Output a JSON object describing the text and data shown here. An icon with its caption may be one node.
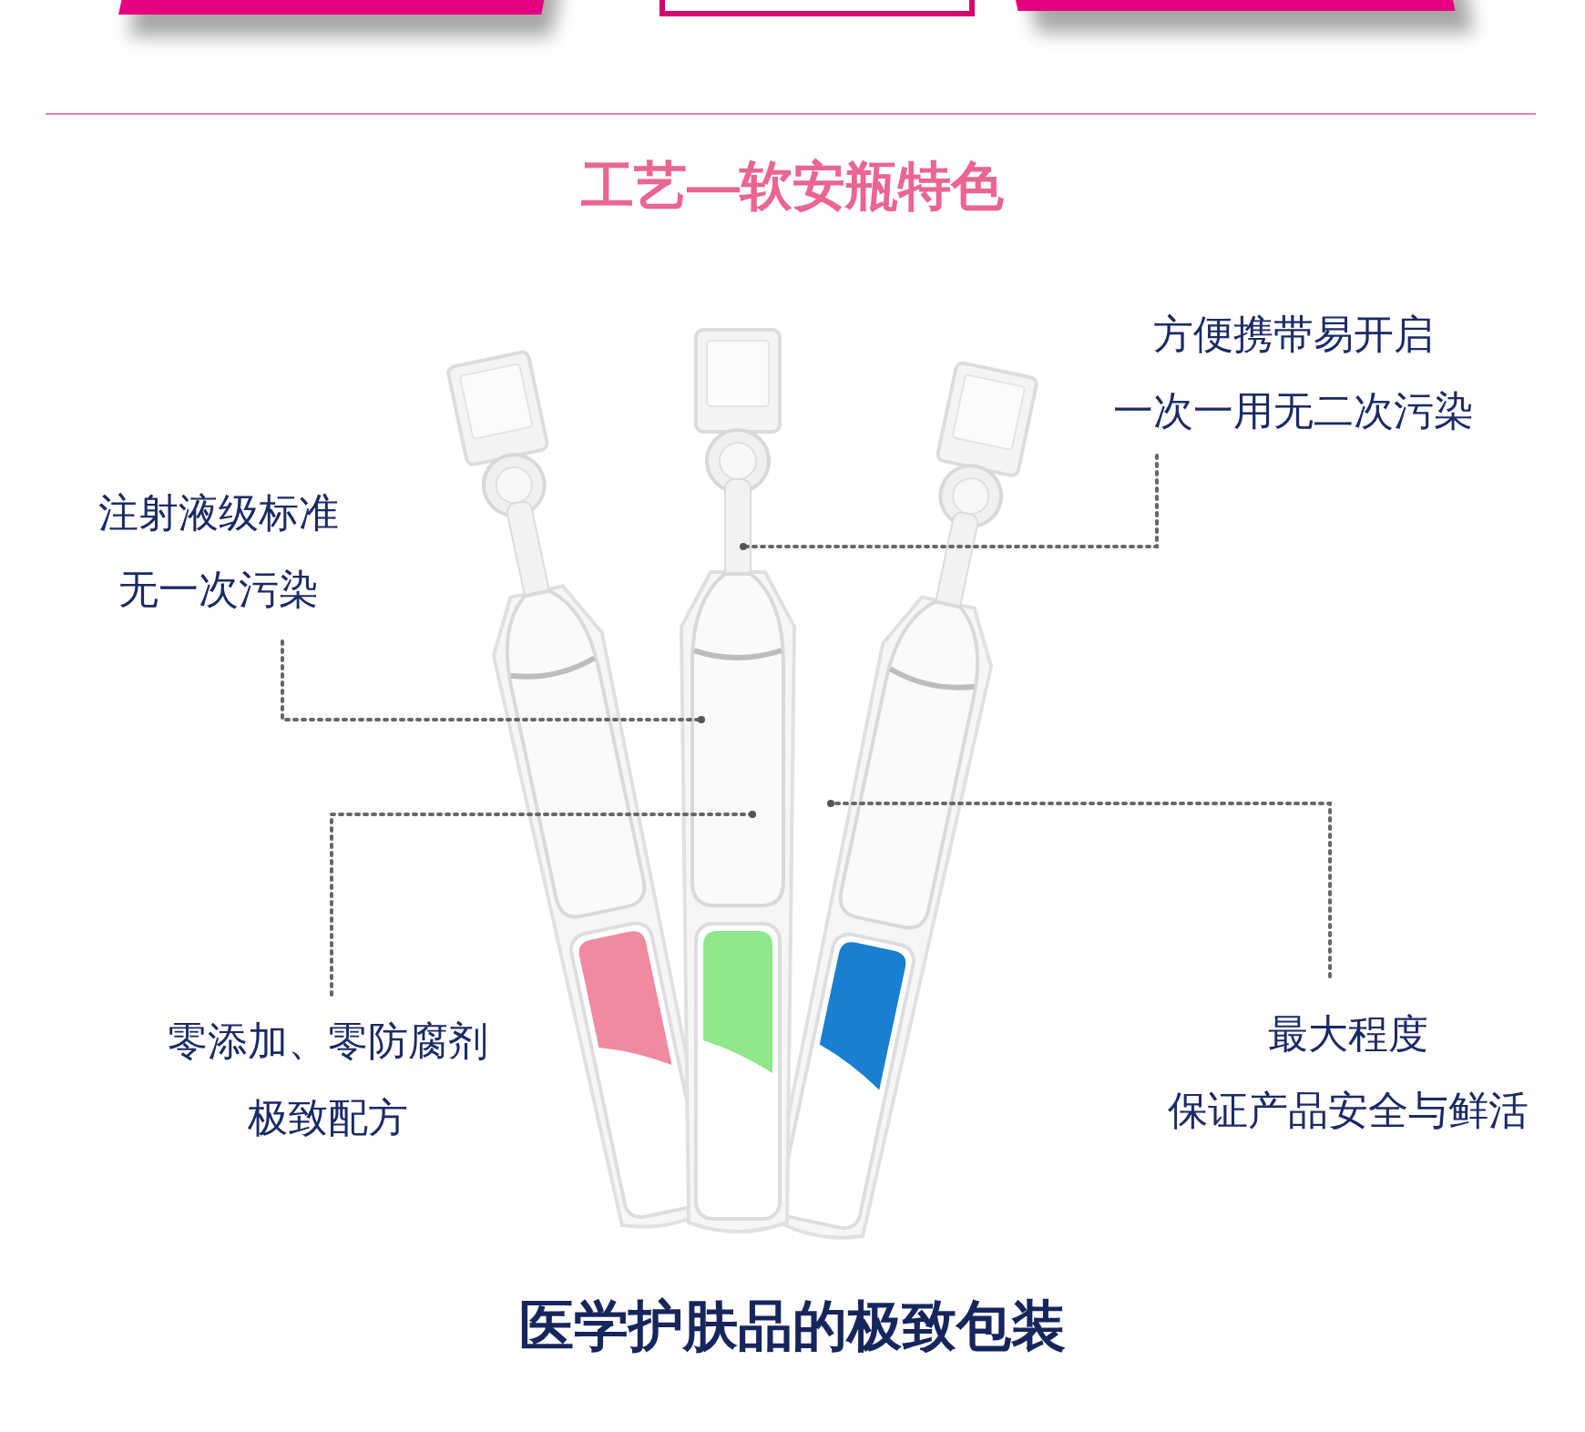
{
  "diagram": {
    "title": "工艺—软安瓶特色",
    "caption": "医学护肤品的极致包装",
    "nodes": [
      {
        "text": [
          "方便携带易开启",
          "一次一用无二次污染"
        ]
      },
      {
        "text": [
          "注射液级标准",
          "无一次污染"
        ]
      },
      {
        "text": [
          "零添加、零防腐剂",
          "极致配方"
        ]
      },
      {
        "text": [
          "最大程度",
          "保证产品安全与鲜活"
        ]
      },
      {
        "text": [],
        "shape": "picture"
      },
      {
        "text": [],
        "shape": "picture"
      },
      {
        "text": [],
        "shape": "picture"
      }
    ],
    "edges": [
      {
        "from": 0,
        "to": 5,
        "arrow": "other"
      },
      {
        "from": 1,
        "to": 5,
        "arrow": "other"
      },
      {
        "from": 2,
        "to": 5,
        "arrow": "other"
      },
      {
        "from": 3,
        "to": 6,
        "arrow": "other"
      }
    ]
  }
}
